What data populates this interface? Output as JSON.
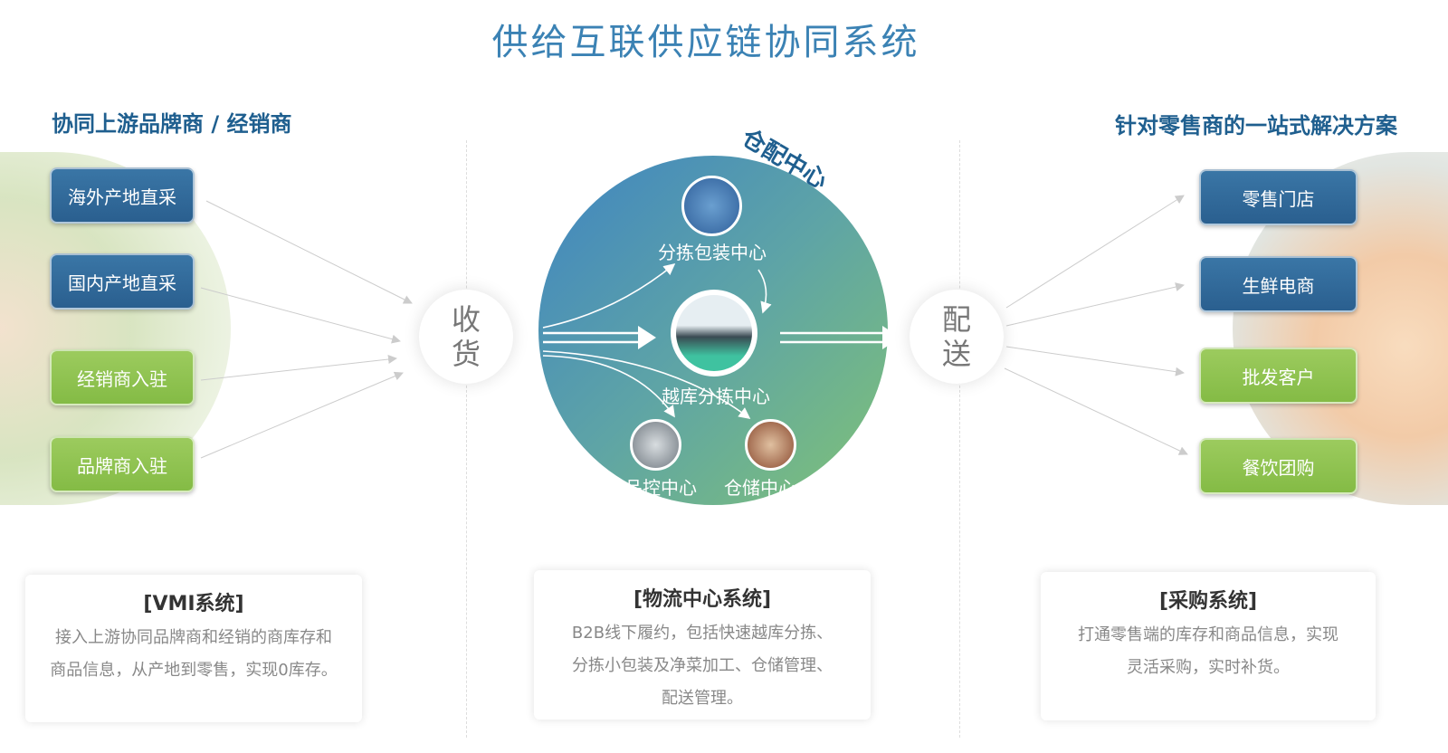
{
  "title": "供给互联供应链协同系统",
  "left": {
    "heading": "协同上游品牌商 / 经销商",
    "items": [
      {
        "label": "海外产地直采",
        "color": "blue"
      },
      {
        "label": "国内产地直采",
        "color": "blue"
      },
      {
        "label": "经销商入驻",
        "color": "green"
      },
      {
        "label": "品牌商入驻",
        "color": "green"
      }
    ]
  },
  "right": {
    "heading": "针对零售商的一站式解决方案",
    "items": [
      {
        "label": "零售门店",
        "color": "blue"
      },
      {
        "label": "生鲜电商",
        "color": "blue"
      },
      {
        "label": "批发客户",
        "color": "green"
      },
      {
        "label": "餐饮团购",
        "color": "green"
      }
    ]
  },
  "receive": {
    "line1": "收",
    "line2": "货"
  },
  "deliver": {
    "line1": "配",
    "line2": "送"
  },
  "center": {
    "heading": "仓配中心",
    "nodes": {
      "sorting_packing": "分拣包装中心",
      "cross_dock": "越库分拣中心",
      "quality": "品控中心",
      "storage": "仓储中心"
    }
  },
  "cards": [
    {
      "title": "[VMI系统]",
      "lines": [
        "接入上游协同品牌商和经销的商库存和",
        "商品信息，从产地到零售，实现0库存。"
      ]
    },
    {
      "title": "[物流中心系统]",
      "lines": [
        "B2B线下履约，包括快速越库分拣、",
        "分拣小包装及净菜加工、仓储管理、",
        "配送管理。"
      ]
    },
    {
      "title": "[采购系统]",
      "lines": [
        "打通零售端的库存和商品信息，实现",
        "灵活采购，实时补货。"
      ]
    }
  ],
  "colors": {
    "blue": "#2e6696",
    "green": "#8cc152",
    "title": "#3b82b4",
    "circle_start": "#3f84c2",
    "circle_end": "#80c276"
  }
}
